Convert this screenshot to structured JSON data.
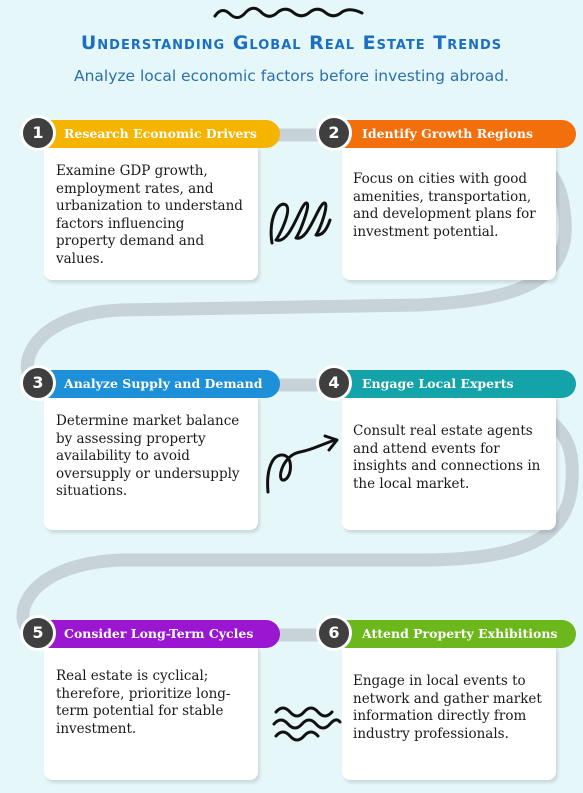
{
  "title": "Understanding Global Real Estate Trends",
  "subtitle": "Analyze local economic factors before investing abroad.",
  "steps": [
    {
      "number": "1",
      "heading": "Research Economic Drivers",
      "color": "#f5b400",
      "text": "Examine GDP growth, employment rates, and urbanization to understand factors influencing property demand and values."
    },
    {
      "number": "2",
      "heading": "Identify Growth Regions",
      "color": "#f26f0c",
      "text": "Focus on cities with good amenities, transportation, and development plans for investment potential."
    },
    {
      "number": "3",
      "heading": "Analyze Supply and Demand",
      "color": "#1e90d8",
      "text": "Determine market balance by assessing property availability to avoid oversupply or undersupply situations."
    },
    {
      "number": "4",
      "heading": "Engage Local Experts",
      "color": "#14a3a8",
      "text": "Consult real estate agents and attend events for insights and connections in the local market."
    },
    {
      "number": "5",
      "heading": "Consider Long-Term Cycles",
      "color": "#9a16d1",
      "text": "Real estate is cyclical; therefore, prioritize long-term potential for stable investment."
    },
    {
      "number": "6",
      "heading": "Attend Property Exhibitions",
      "color": "#6cb71b",
      "text": "Engage in local events to network and gather market information directly from industry professionals."
    }
  ]
}
